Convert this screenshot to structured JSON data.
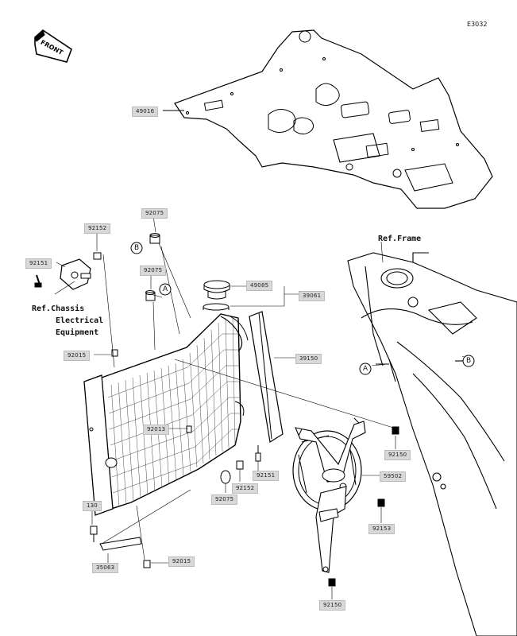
{
  "diagram_code": "E3032",
  "front_label": "FRONT",
  "part_numbers": {
    "p49016": "49016",
    "p92075_top": "92075",
    "p92152_top": "92152",
    "p92151_left": "92151",
    "p92075_mid": "92075",
    "p49085": "49085",
    "p39061": "39061",
    "p92015_top": "92015",
    "p39150": "39150",
    "p92013": "92013",
    "p92150_right": "92150",
    "p92151_bottom": "92151",
    "p92152_bottom": "92152",
    "p59502": "59502",
    "p92075_bottom": "92075",
    "p92153": "92153",
    "p130": "130",
    "p35063": "35063",
    "p92015_bottom": "92015",
    "p92150_bottom": "92150"
  },
  "references": {
    "chassis_line1": "Ref.Chassis",
    "chassis_line2": "Electrical",
    "chassis_line3": "Equipment",
    "frame": "Ref.Frame"
  },
  "callouts": {
    "a_left": "A",
    "b_left": "B",
    "a_right": "A",
    "b_right": "B"
  }
}
